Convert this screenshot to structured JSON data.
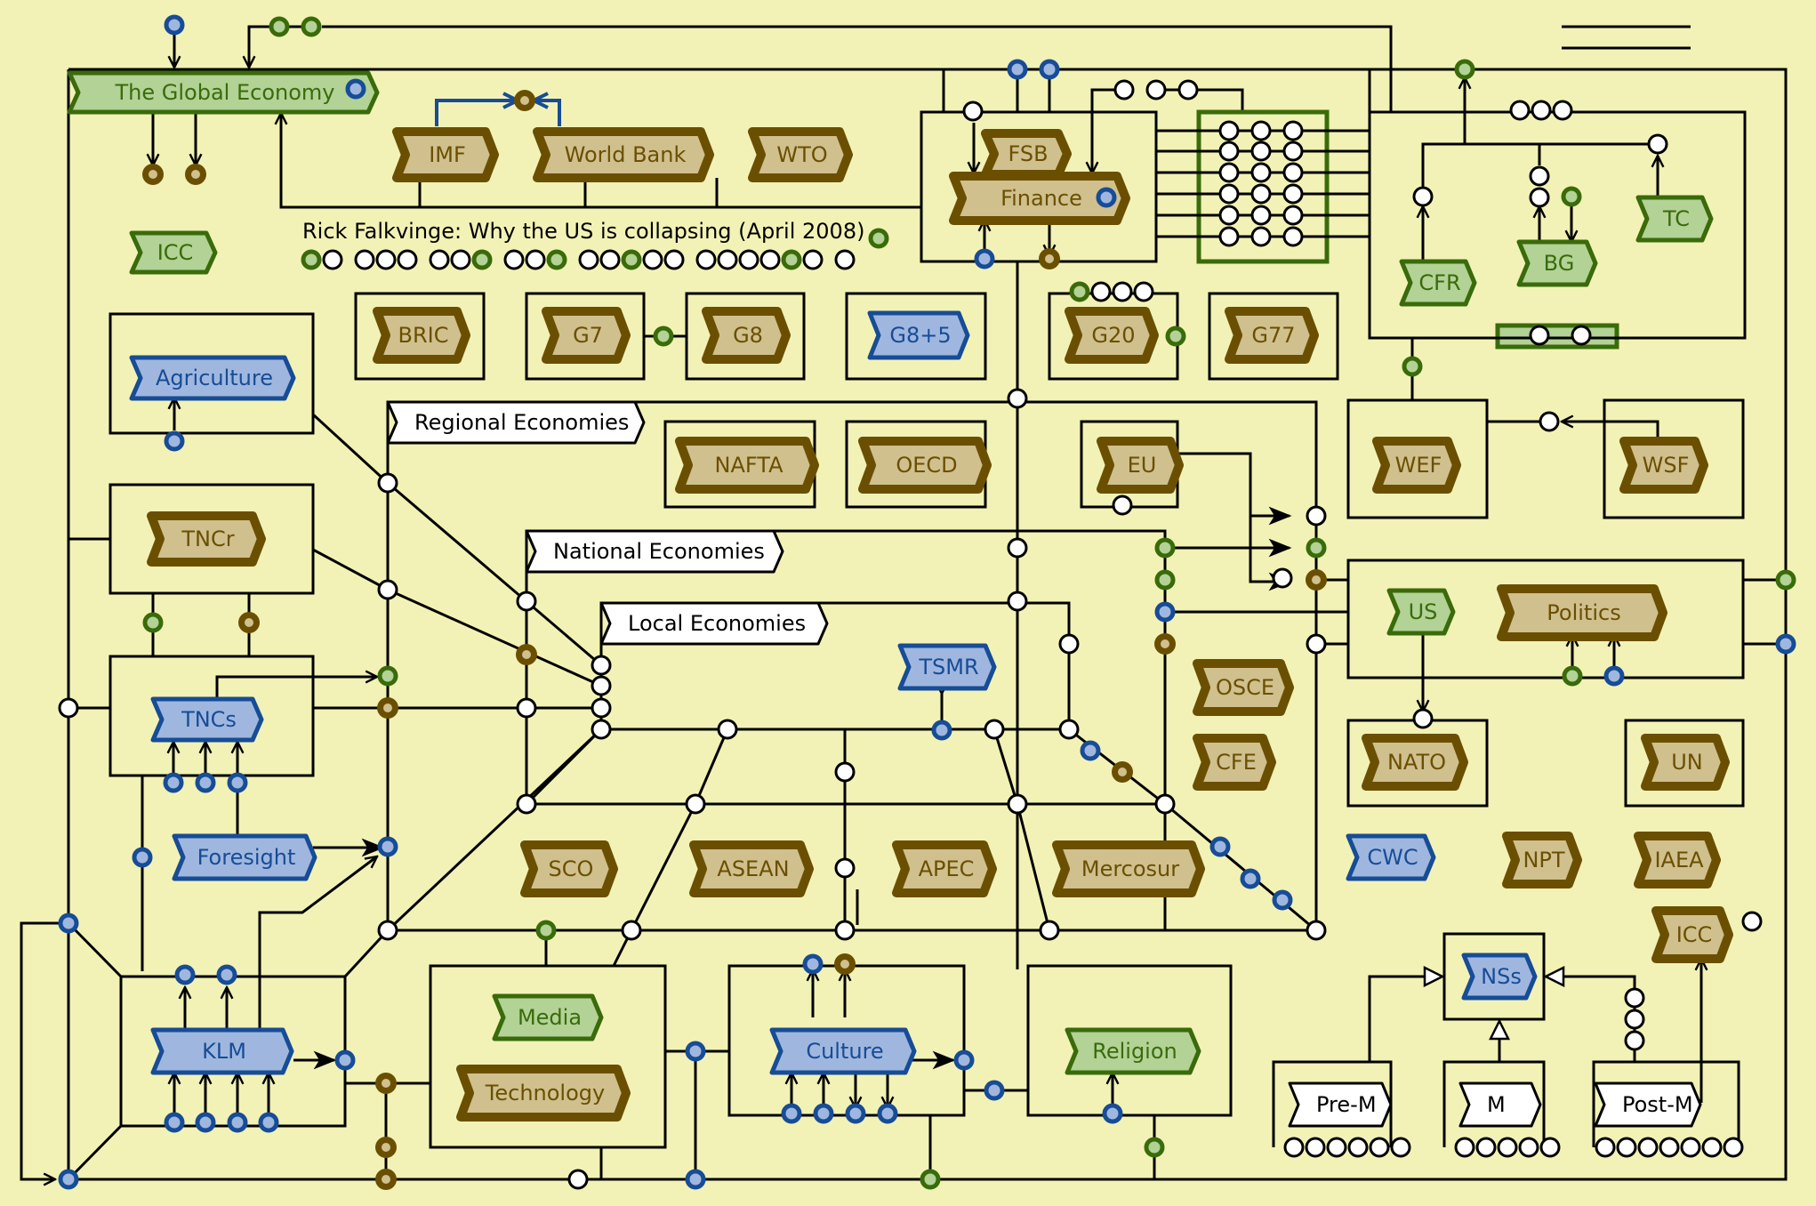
{
  "title": "Rick Falkvinge: Why the US is collapsing (April 2008)",
  "colors": {
    "background": "#f2f2b6",
    "green_fill": "#b2d296",
    "green_stroke": "#3a6b0a",
    "green_text": "#3a6b0a",
    "blue_fill": "#9fb7df",
    "blue_stroke": "#174c96",
    "blue_text": "#174c96",
    "brown_fill": "#d0c08e",
    "brown_stroke": "#6b4f00",
    "brown_text": "#6b4f00",
    "white_fill": "#ffffff",
    "black": "#000000"
  },
  "nodes": {
    "global_economy": "The Global Economy",
    "icc_green": "ICC",
    "imf": "IMF",
    "world_bank": "World Bank",
    "wto": "WTO",
    "fsb": "FSB",
    "finance": "Finance",
    "cfr": "CFR",
    "bg": "BG",
    "tc": "TC",
    "bric": "BRIC",
    "g7": "G7",
    "g8": "G8",
    "g8_5": "G8+5",
    "g20": "G20",
    "g77": "G77",
    "agriculture": "Agriculture",
    "regional_economies": "Regional Economies",
    "nafta": "NAFTA",
    "oecd": "OECD",
    "eu": "EU",
    "wef": "WEF",
    "wsf": "WSF",
    "tncr": "TNCr",
    "national_economies": "National Economies",
    "local_economies": "Local Economies",
    "us": "US",
    "politics": "Politics",
    "tsmr": "TSMR",
    "osce": "OSCE",
    "cfe": "CFE",
    "tncs": "TNCs",
    "nato": "NATO",
    "un": "UN",
    "foresight": "Foresight",
    "sco": "SCO",
    "asean": "ASEAN",
    "apec": "APEC",
    "mercosur": "Mercosur",
    "cwc": "CWC",
    "npt": "NPT",
    "iaea": "IAEA",
    "icc_brown": "ICC",
    "klm": "KLM",
    "media": "Media",
    "technology": "Technology",
    "culture": "Culture",
    "religion": "Religion",
    "nss": "NSs",
    "pre_m": "Pre-M",
    "m": "M",
    "post_m": "Post-M"
  }
}
